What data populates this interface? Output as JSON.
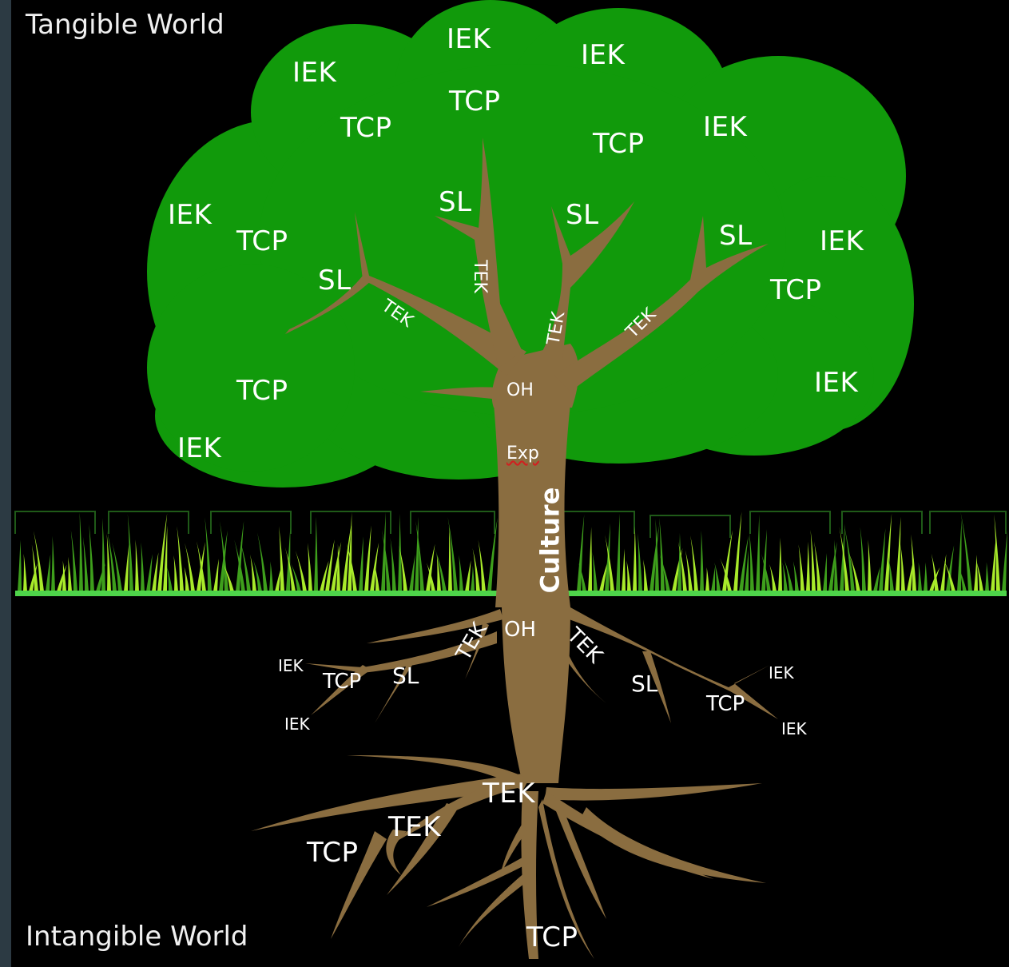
{
  "title_top": "Tangible World",
  "title_bottom": "Intangible World",
  "trunk_label": "Culture",
  "colors": {
    "background": "#000000",
    "canopy": "#119a0b",
    "trunk": "#8a6d40",
    "grass_dark": "#3e9f1c",
    "grass_light": "#a8ea2a",
    "ground_line": "#4ed44a",
    "text": "#ffffff"
  },
  "canopy": {
    "iek_labels": [
      "IEK",
      "IEK",
      "IEK",
      "IEK",
      "IEK",
      "IEK",
      "IEK",
      "IEK"
    ],
    "tcp_labels": [
      "TCP",
      "TCP",
      "TCP",
      "TCP",
      "TCP",
      "TCP"
    ],
    "sl_labels": [
      "SL",
      "SL",
      "SL",
      "SL"
    ],
    "tek_labels": [
      "TEK",
      "TEK",
      "TEK",
      "TEK"
    ],
    "oh_label": "OH",
    "exp_label": "Exp"
  },
  "roots": {
    "oh_label": "OH",
    "upper_tek": [
      "TEK",
      "TEK"
    ],
    "sl_labels": [
      "SL",
      "SL"
    ],
    "tcp_small": [
      "TCP",
      "TCP"
    ],
    "iek_small": [
      "IEK",
      "IEK",
      "IEK",
      "IEK"
    ],
    "deep_tek": [
      "TEK",
      "TEK"
    ],
    "deep_tcp": [
      "TCP",
      "TCP"
    ]
  }
}
